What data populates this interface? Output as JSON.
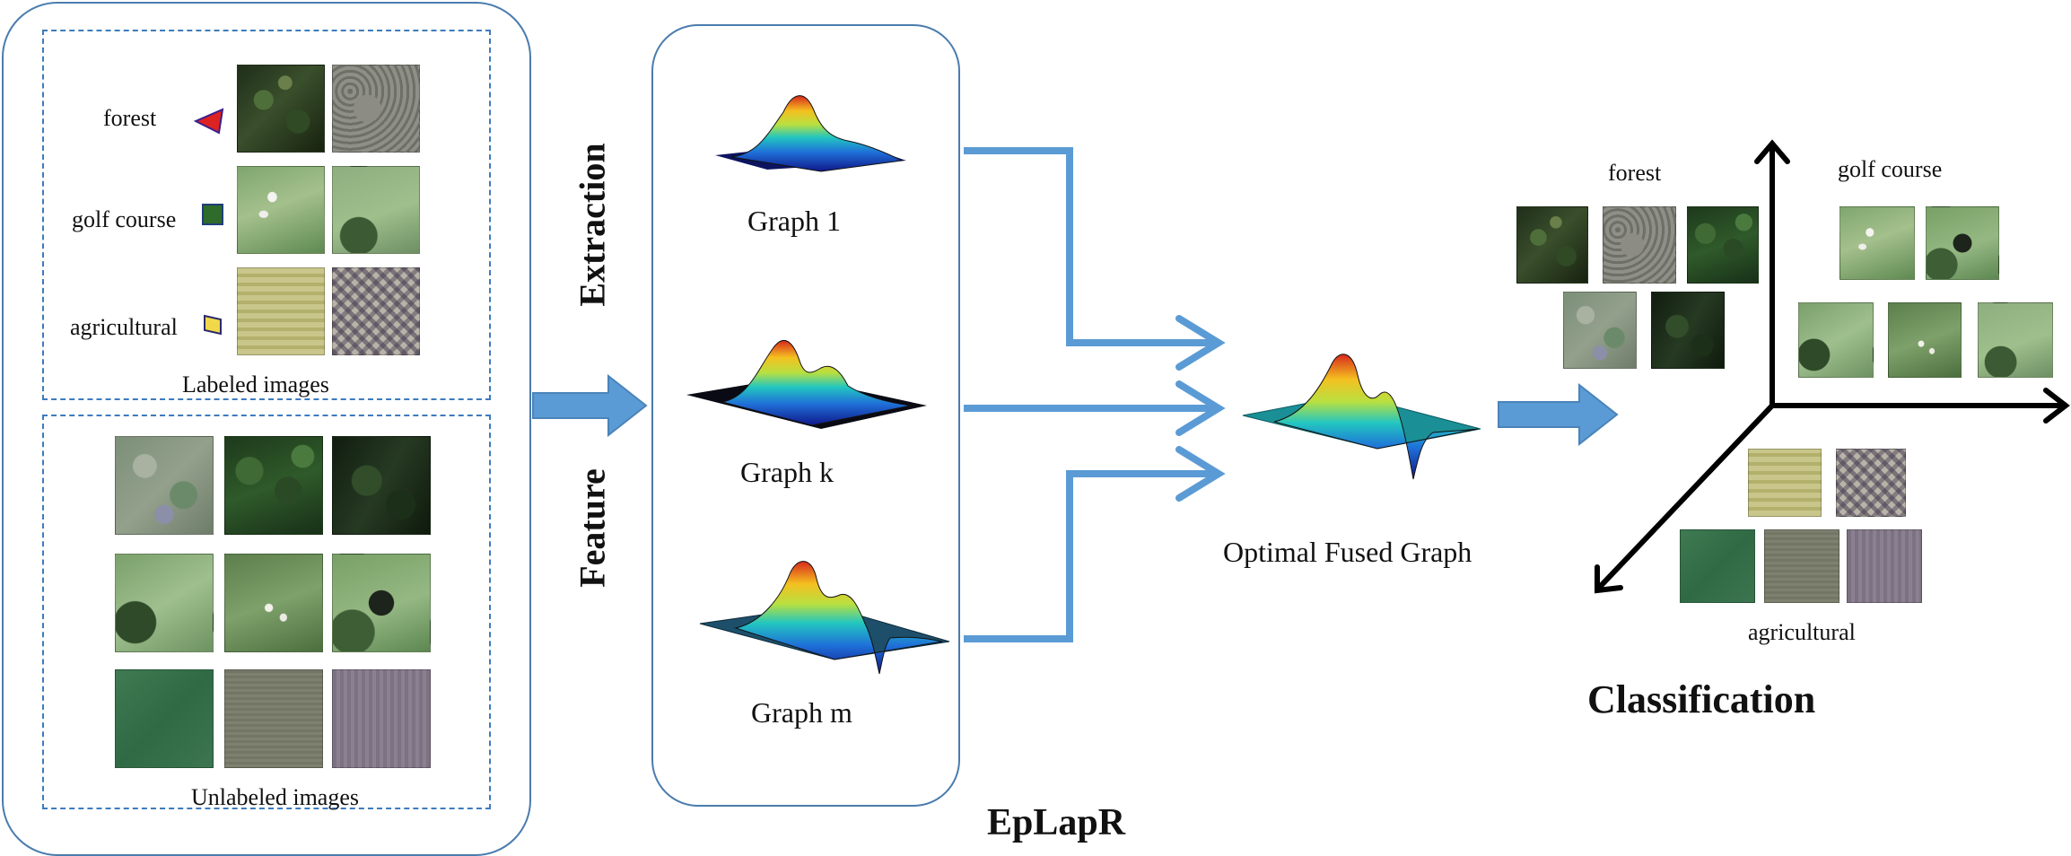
{
  "labeled_panel": {
    "classes": [
      {
        "name": "forest",
        "marker": "red-triangle"
      },
      {
        "name": "golf course",
        "marker": "green-square"
      },
      {
        "name": "agricultural",
        "marker": "yellow-diamond"
      }
    ],
    "caption": "Labeled images"
  },
  "unlabeled_panel": {
    "caption": "Unlabeled images"
  },
  "feature_extraction": {
    "word1": "Feature",
    "word2": "Extraction"
  },
  "graphs": [
    {
      "label": "Graph 1"
    },
    {
      "label": "Graph k"
    },
    {
      "label": "Graph m"
    }
  ],
  "method_name": "EpLapR",
  "fused": {
    "label": "Optimal Fused Graph"
  },
  "classification": {
    "title": "Classification",
    "classes": [
      "forest",
      "golf course",
      "agricultural"
    ]
  },
  "colors": {
    "panel_border": "#4a7cae",
    "dash_border": "#3d7bbd",
    "arrow": "#5b9bd5"
  }
}
